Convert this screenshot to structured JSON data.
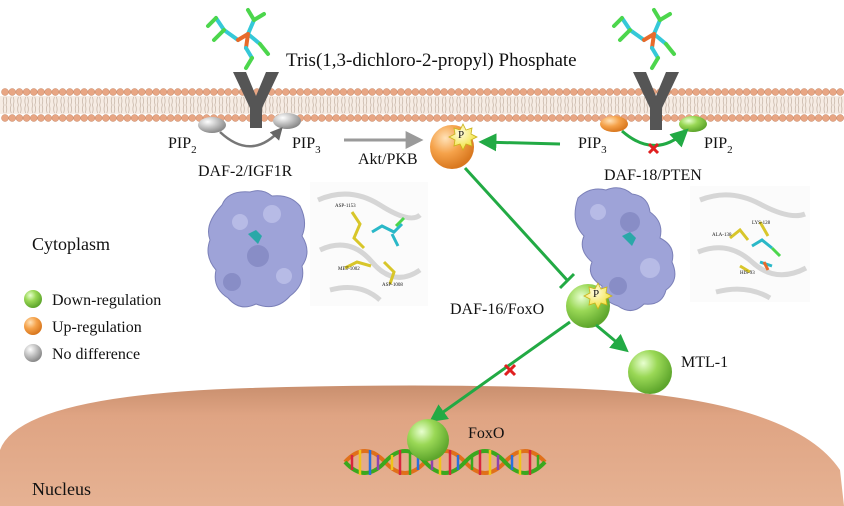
{
  "title": "Tris(1,3-dichloro-2-propyl) Phosphate",
  "left_receptor": {
    "pip_left": {
      "base": "PIP",
      "sub": "2"
    },
    "pip_right": {
      "base": "PIP",
      "sub": "3"
    },
    "name": "DAF-2/IGF1R"
  },
  "right_receptor": {
    "pip_left": {
      "base": "PIP",
      "sub": "3"
    },
    "pip_right": {
      "base": "PIP",
      "sub": "2"
    },
    "name": "DAF-18/PTEN"
  },
  "akt_label": "Akt/PKB",
  "daf16_label": "DAF-16/FoxO",
  "mtl_label": "MTL-1",
  "foxo_label": "FoxO",
  "phospho_label": "P",
  "cytoplasm_label": "Cytoplasm",
  "nucleus_label": "Nucleus",
  "legend": [
    {
      "label": "Down-regulation",
      "color": "#8fd14f"
    },
    {
      "label": "Up-regulation",
      "color": "#f29b3c"
    },
    {
      "label": "No difference",
      "color": "#a6a6a6"
    }
  ],
  "docking_left_residues": [
    "ASP-1153",
    "MET-1002",
    "ASP-1008"
  ],
  "docking_right_residues": [
    "ALA-138",
    "LYS-128",
    "HIS-93"
  ],
  "colors": {
    "membrane": "#e8a684",
    "nucleus": "#dfa483",
    "arrow": "#22aa44",
    "protein_surface": "#9ea3d8",
    "inhibit_mark": "#e02020"
  }
}
